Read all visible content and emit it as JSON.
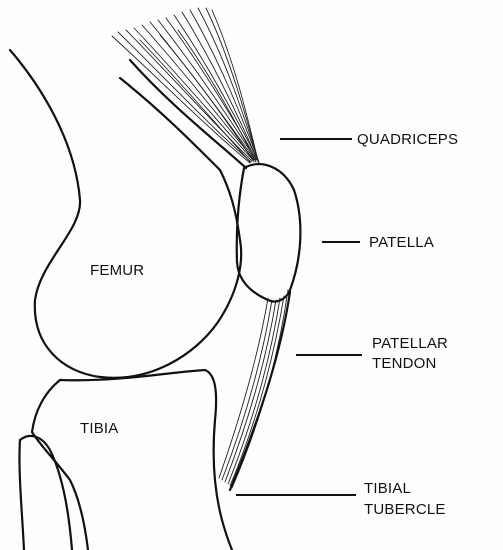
{
  "diagram": {
    "bones": {
      "femur": "FEMUR",
      "tibia": "TIBIA"
    },
    "callouts": [
      {
        "id": "quadriceps",
        "lines": [
          "QUADRICEPS"
        ]
      },
      {
        "id": "patella",
        "lines": [
          "PATELLA"
        ]
      },
      {
        "id": "patellar-tendon",
        "lines": [
          "PATELLAR",
          "TENDON"
        ]
      },
      {
        "id": "tibial-tubercle",
        "lines": [
          "TIBIAL",
          "TUBERCLE"
        ]
      }
    ]
  }
}
